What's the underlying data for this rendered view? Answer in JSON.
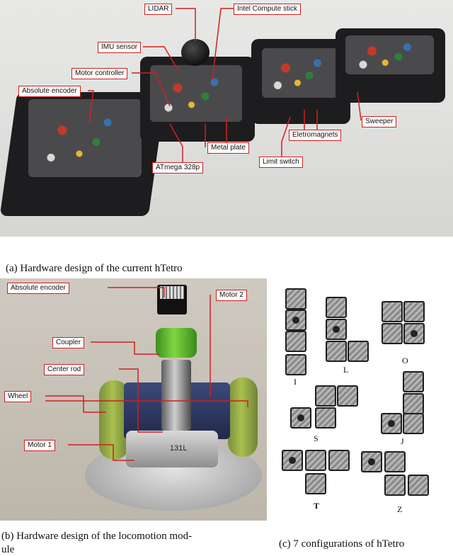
{
  "panel_a": {
    "labels": {
      "lidar": "LIDAR",
      "compute_stick": "Intel Compute stick",
      "imu": "IMU sensor",
      "motor_controller": "Motor controller",
      "absolute_encoder": "Absolute encoder",
      "atmega": "ATmega 328p",
      "metal_plate": "Metal plate",
      "limit_switch": "Limit switch",
      "electromagnets": "Eletromagnets",
      "sweeper": "Sweeper"
    },
    "caption": "(a) Hardware design of the current hTetro"
  },
  "panel_b": {
    "labels": {
      "absolute_encoder": "Absolute encoder",
      "motor2": "Motor 2",
      "coupler": "Coupler",
      "center_rod": "Center rod",
      "wheel": "Wheel",
      "motor1": "Motor 1"
    },
    "motor_text": "131L",
    "caption_line1": "(b) Hardware design of the locomotion mod-",
    "caption_line2": "ule"
  },
  "panel_c": {
    "configs": [
      "I",
      "L",
      "O",
      "S",
      "J",
      "T",
      "Z"
    ],
    "caption": "(c) 7 configurations of hTetro"
  }
}
